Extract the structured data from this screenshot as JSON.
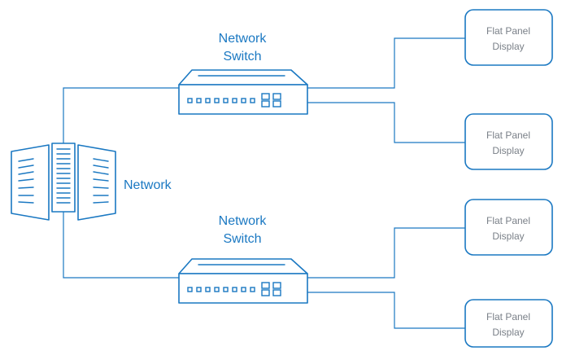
{
  "network_label": "Network",
  "switches": [
    {
      "label_line1": "Network",
      "label_line2": "Switch"
    },
    {
      "label_line1": "Network",
      "label_line2": "Switch"
    }
  ],
  "displays": [
    {
      "line1": "Flat Panel",
      "line2": "Display"
    },
    {
      "line1": "Flat Panel",
      "line2": "Display"
    },
    {
      "line1": "Flat Panel",
      "line2": "Display"
    },
    {
      "line1": "Flat Panel",
      "line2": "Display"
    }
  ],
  "colors": {
    "accent": "#1a78c2",
    "display_text": "#7a8088",
    "background": "#ffffff"
  },
  "icons": [
    "server-rack-icon",
    "network-switch-icon",
    "network-switch-icon"
  ]
}
